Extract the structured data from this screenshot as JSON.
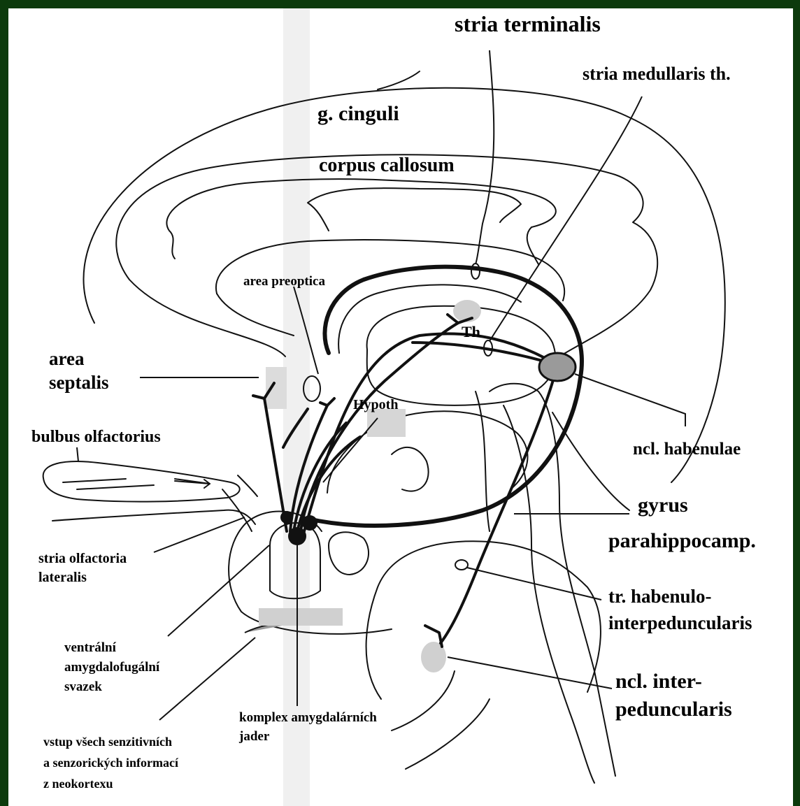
{
  "labels": {
    "stria_terminalis": "stria terminalis",
    "stria_medullaris": "stria medullaris th.",
    "g_cinguli": "g. cinguli",
    "corpus_callosum": "corpus callosum",
    "area_preoptica": "area preoptica",
    "area_septalis_1": "area",
    "area_septalis_2": "septalis",
    "hypoth": "Hypoth",
    "th": "Th",
    "bulbus_olfactorius": "bulbus olfactorius",
    "ncl_habenulae": "ncl. habenulae",
    "gyrus_1": "gyrus",
    "gyrus_2": "parahippocamp.",
    "stria_olfactoria_1": "stria olfactoria",
    "stria_olfactoria_2": "lateralis",
    "tr_habenulo_1": "tr. habenulo-",
    "tr_habenulo_2": "interpeduncularis",
    "ventralni_1": "ventrální",
    "ventralni_2": "amygdalofugální",
    "ventralni_3": "svazek",
    "ncl_inter_1": "ncl. inter-",
    "ncl_inter_2": "peduncularis",
    "komplex_1": "komplex amygdalárních",
    "komplex_2": "jader",
    "vstup_1": "vstup všech senzitivních",
    "vstup_2": "a senzorických informací",
    "vstup_3": "z neokortexu"
  },
  "colors": {
    "background": "#0c3a0c",
    "paper": "#ffffff",
    "ink": "#111111",
    "shade": "#9a9a9a"
  }
}
